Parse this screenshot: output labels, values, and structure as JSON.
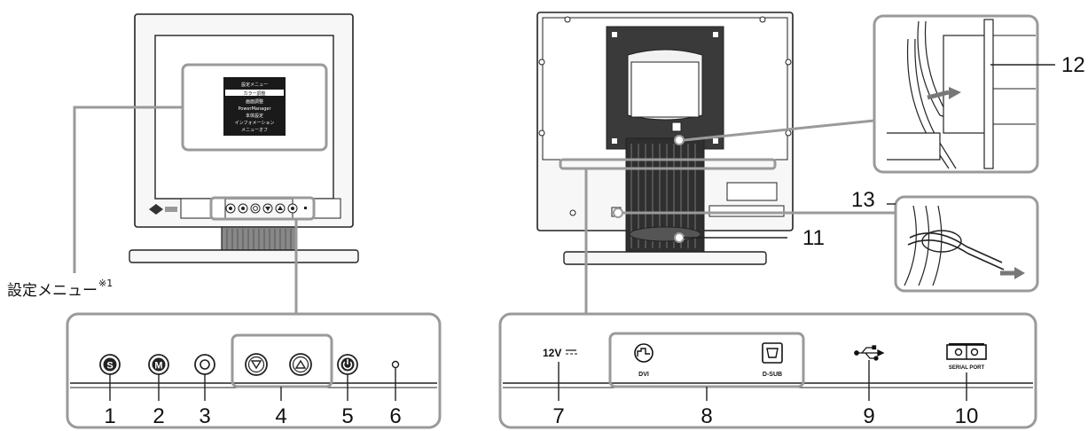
{
  "callouts": {
    "c1": "1",
    "c2": "2",
    "c3": "3",
    "c4": "4",
    "c5": "5",
    "c6": "6",
    "c7": "7",
    "c8": "8",
    "c9": "9",
    "c10": "10",
    "c11": "11",
    "c12": "12",
    "c13": "13"
  },
  "settings_menu_label": "設定メニュー",
  "settings_menu_note": "※1",
  "osd_menu": {
    "title": "設定メニュー",
    "items": [
      "カラー調整",
      "画面調整",
      "PowerManager",
      "本体設定",
      "インフォメーション",
      "メニューオフ"
    ]
  },
  "front_buttons": {
    "b1": "S",
    "b2": "M"
  },
  "rear_panel": {
    "power_label": "12V",
    "dvi_label": "DVI",
    "dsub_label": "D-SUB",
    "serial_label": "SERIAL PORT"
  }
}
